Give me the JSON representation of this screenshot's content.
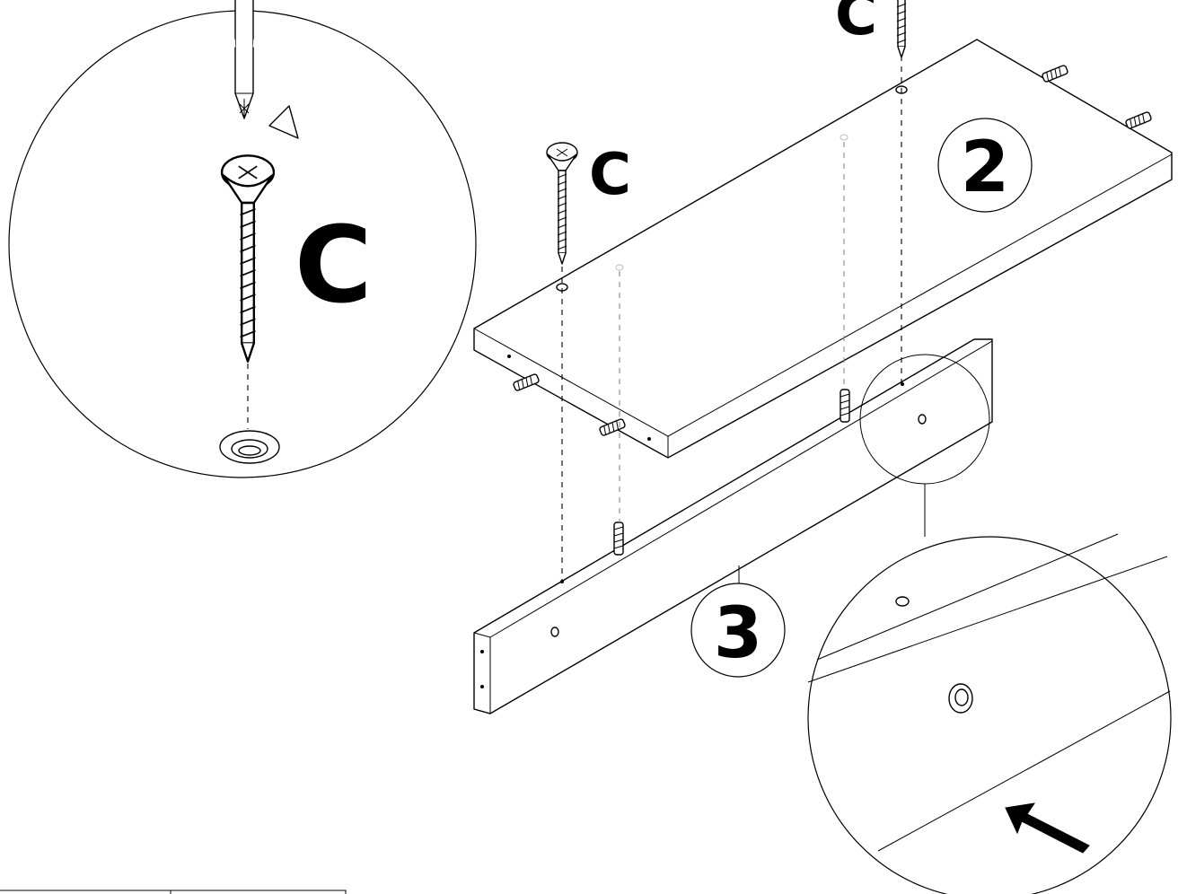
{
  "labels": {
    "part_c_large": "C",
    "part_c_left": "C",
    "part_c_top": "C",
    "part_2": "2",
    "part_3": "3"
  },
  "colors": {
    "ink": "#000000",
    "paper": "#ffffff"
  },
  "icons": [
    "screwdriver-icon",
    "rotate-arrow-icon",
    "screw-icon",
    "dowel-icon",
    "arrow-icon"
  ]
}
